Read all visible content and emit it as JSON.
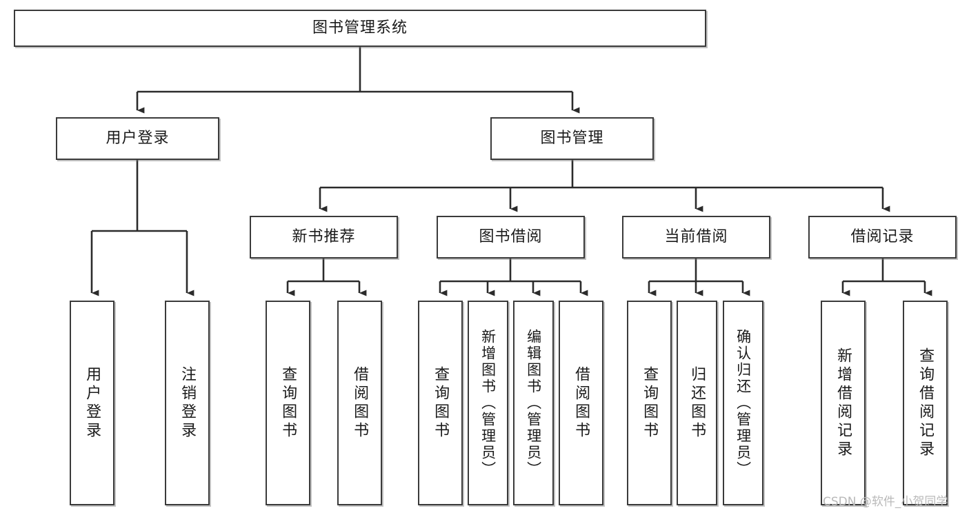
{
  "diagram": {
    "title": "图书管理系统",
    "type": "hierarchy-tree",
    "watermark": "CSDN @软件_小贺同学",
    "colors": {
      "node_border": "#3a3a3a",
      "node_fill": "#ffffff",
      "edge": "#2b2b2b",
      "text": "#1a1a1a",
      "watermark": "#b9b9b9"
    },
    "levels": {
      "root": "图书管理系统",
      "level1": [
        "用户登录",
        "图书管理"
      ],
      "level2": [
        "新书推荐",
        "图书借阅",
        "当前借阅",
        "借阅记录"
      ]
    },
    "nodes": {
      "root": {
        "label": "图书管理系统"
      },
      "user_login": {
        "label": "用户登录"
      },
      "book_manage": {
        "label": "图书管理"
      },
      "new_book_rec": {
        "label": "新书推荐"
      },
      "book_borrow": {
        "label": "图书借阅"
      },
      "current_borrow": {
        "label": "当前借阅"
      },
      "borrow_record": {
        "label": "借阅记录"
      },
      "leaf_user_login": {
        "label": "用户登录"
      },
      "leaf_logout": {
        "label": "注销登录"
      },
      "leaf_query_book_1": {
        "label": "查询图书"
      },
      "leaf_borrow_book_1": {
        "label": "借阅图书"
      },
      "leaf_query_book_2": {
        "label": "查询图书"
      },
      "leaf_add_book": {
        "label": "新增图书（管理员）"
      },
      "leaf_edit_book": {
        "label": "编辑图书（管理员）"
      },
      "leaf_borrow_book_2": {
        "label": "借阅图书"
      },
      "leaf_query_book_3": {
        "label": "查询图书"
      },
      "leaf_return_book": {
        "label": "归还图书"
      },
      "leaf_confirm_return": {
        "label": "确认归还（管理员）"
      },
      "leaf_add_record": {
        "label": "新增借阅记录"
      },
      "leaf_query_record": {
        "label": "查询借阅记录"
      }
    }
  }
}
